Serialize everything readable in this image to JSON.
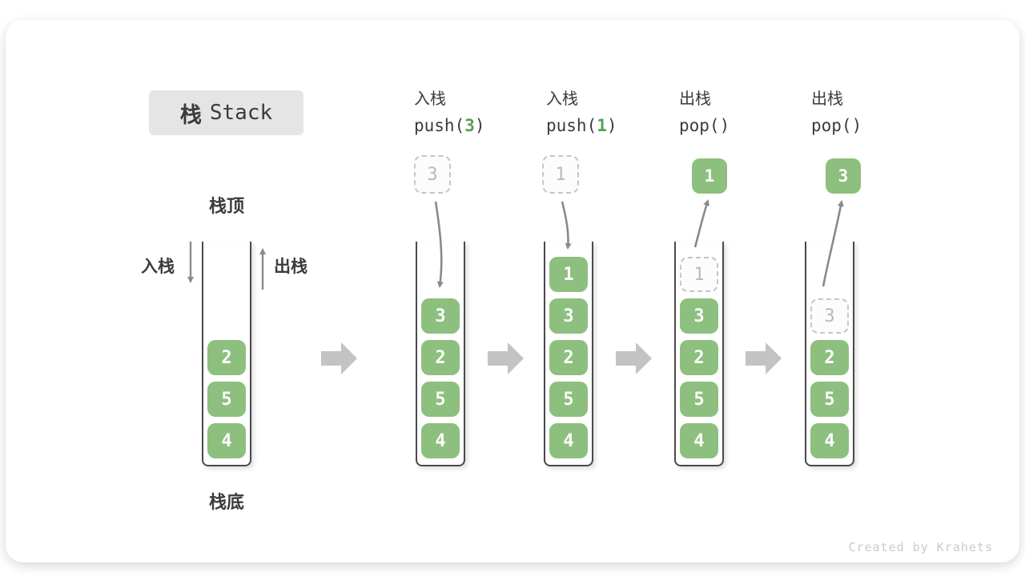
{
  "title": {
    "zh": "栈",
    "en": "Stack"
  },
  "labels": {
    "stack_top": "栈顶",
    "stack_bottom": "栈底",
    "push_direction": "入栈",
    "pop_direction": "出栈"
  },
  "footer": {
    "credit": "Created by Krahets"
  },
  "colors": {
    "card_bg": "#ffffff",
    "title_bg": "#e5e5e5",
    "text_dark": "#3b3b3b",
    "box_green": "#8dbf7e",
    "code_green": "#55a055",
    "ghost_border": "#c6c6c6",
    "ghost_text": "#b9b9b9",
    "wall": "#4a4a4a",
    "arrow_gray": "#8a8a8a",
    "block_arrow": "#c3c3c3",
    "credit": "#cbcbcb"
  },
  "columns": [
    {
      "id": "initial",
      "stack": [
        "2",
        "5",
        "4"
      ]
    },
    {
      "id": "push-3",
      "header": {
        "line1": "入栈",
        "code_pre": "push(",
        "arg": "3",
        "code_post": ")"
      },
      "floating": {
        "value": "3",
        "style": "dashed"
      },
      "stack": [
        "3",
        "2",
        "5",
        "4"
      ]
    },
    {
      "id": "push-1",
      "header": {
        "line1": "入栈",
        "code_pre": "push(",
        "arg": "1",
        "code_post": ")"
      },
      "floating": {
        "value": "1",
        "style": "dashed"
      },
      "stack": [
        "1",
        "3",
        "2",
        "5",
        "4"
      ]
    },
    {
      "id": "pop-1",
      "header": {
        "line1": "出栈",
        "code_pre": "pop()",
        "arg": "",
        "code_post": ""
      },
      "floating": {
        "value": "1",
        "style": "solid"
      },
      "stack": [
        {
          "v": "1",
          "ghost": true
        },
        "3",
        "2",
        "5",
        "4"
      ]
    },
    {
      "id": "pop-3",
      "header": {
        "line1": "出栈",
        "code_pre": "pop()",
        "arg": "",
        "code_post": ""
      },
      "floating": {
        "value": "3",
        "style": "solid"
      },
      "stack": [
        {
          "v": "3",
          "ghost": true
        },
        "2",
        "5",
        "4"
      ]
    }
  ]
}
